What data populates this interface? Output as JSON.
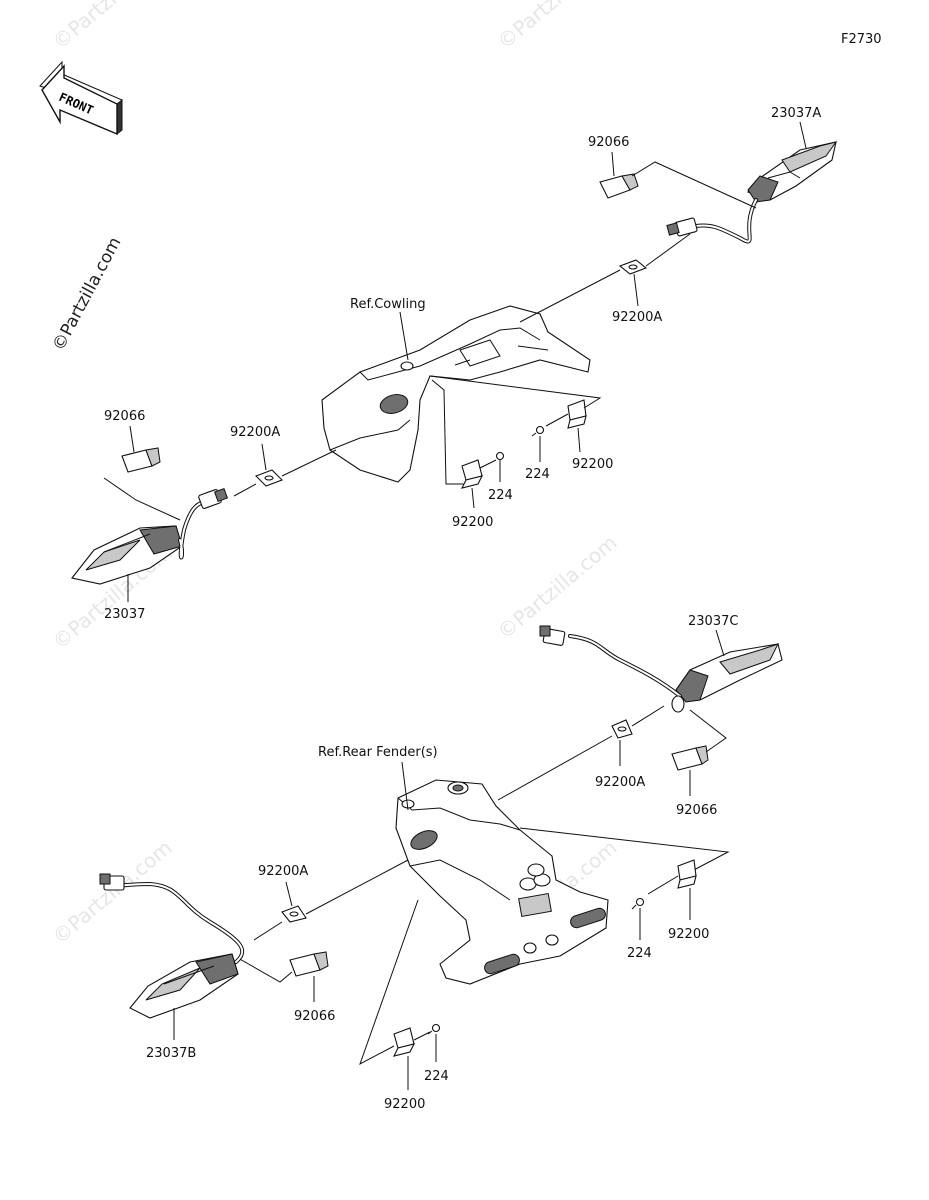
{
  "figure_code": "F2730",
  "front_arrow_label": "FRONT",
  "watermark_text": "©Partzilla.com",
  "references": {
    "cowling": "Ref.Cowling",
    "rear_fender": "Ref.Rear Fender(s)"
  },
  "upper_group": {
    "turn_signal_right": "23037A",
    "turn_signal_left": "23037",
    "connector_right": "92066",
    "connector_left": "92066",
    "washer_right": "92200A",
    "washer_left": "92200A",
    "bracket_right": "92200",
    "bracket_left": "92200",
    "screw_right": "224",
    "screw_left": "224"
  },
  "lower_group": {
    "turn_signal_right": "23037C",
    "turn_signal_left": "23037B",
    "connector_right": "92066",
    "connector_left": "92066",
    "washer_right": "92200A",
    "washer_left": "92200A",
    "bracket_right": "92200",
    "bracket_bottom": "92200",
    "screw_right": "224",
    "screw_bottom": "224"
  },
  "colors": {
    "line": "#111111",
    "shade_dark": "#6f6f6f",
    "shade_light": "#c8c8c8",
    "watermark": "#e6e6e6"
  }
}
